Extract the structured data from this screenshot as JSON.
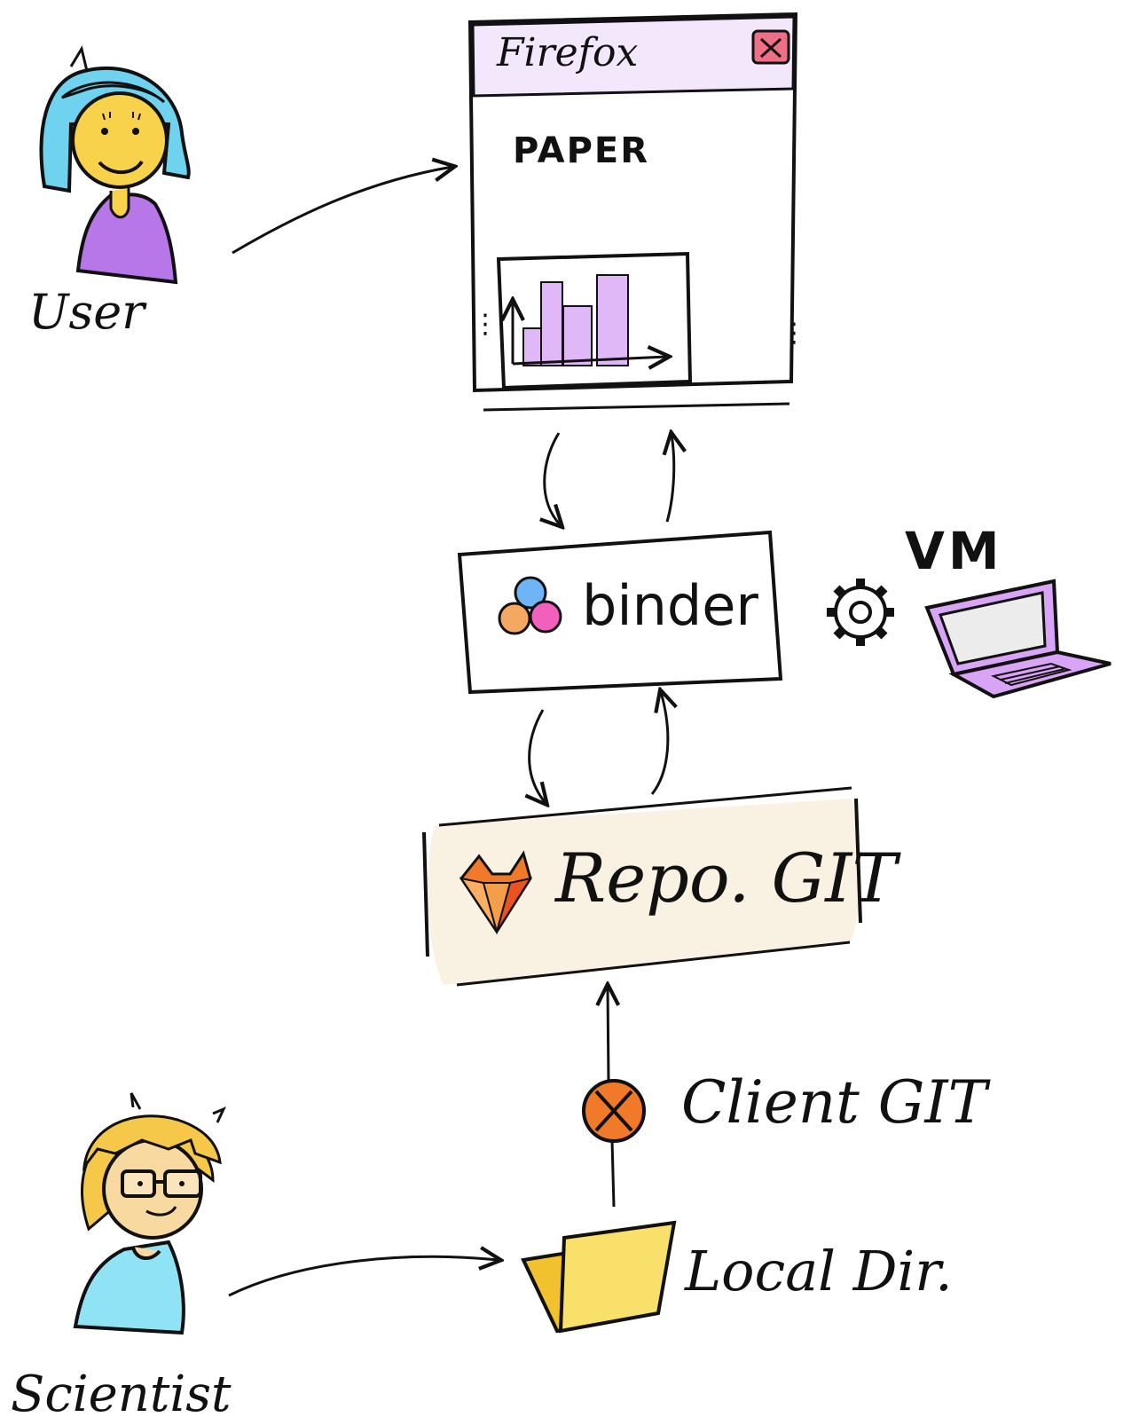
{
  "browser": {
    "title": "Firefox",
    "close_icon": "close-icon",
    "content_title": "PAPER"
  },
  "binder": {
    "label": "binder",
    "logo": "binder-logo-icon"
  },
  "vm": {
    "label": "VM",
    "gear_icon": "gear-icon",
    "laptop_icon": "laptop-icon"
  },
  "repo": {
    "label": "Repo. GIT",
    "logo": "gitlab-fox-icon"
  },
  "client": {
    "label": "Client GIT",
    "icon": "git-client-icon"
  },
  "local": {
    "label": "Local Dir.",
    "icon": "folder-icon"
  },
  "user": {
    "label": "User"
  },
  "scientist": {
    "label": "Scientist"
  },
  "colors": {
    "user_hair": "#6fd3ef",
    "user_shirt": "#b877e8",
    "skin": "#f7d24a",
    "scientist_hair": "#f5c84a",
    "scientist_shirt": "#8fe3f4",
    "browser_titlebar": "#f3e8fb",
    "chart_bars": "#e0b7f7",
    "repo_bg": "#f9f1e1",
    "laptop": "#d8a4f5",
    "git_orange": "#f07a2a",
    "folder": "#f9e06a"
  }
}
